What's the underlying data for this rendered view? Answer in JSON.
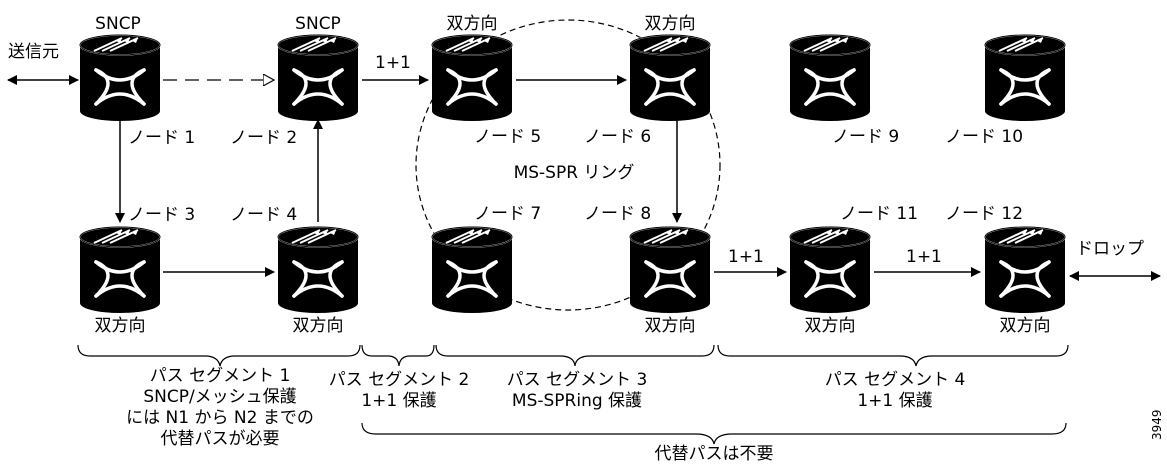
{
  "source_label": "送信元",
  "drop_label": "ドロップ",
  "node_types": {
    "sncp": "SNCP",
    "bidirectional": "双方向"
  },
  "nodes": {
    "n1": "ノード 1",
    "n2": "ノード 2",
    "n3": "ノード 3",
    "n4": "ノード 4",
    "n5": "ノード 5",
    "n6": "ノード 6",
    "n7": "ノード 7",
    "n8": "ノード 8",
    "n9": "ノード 9",
    "n10": "ノード 10",
    "n11": "ノード 11",
    "n12": "ノード 12"
  },
  "links": {
    "one_plus_one": "1+1"
  },
  "ring_label": "MS-SPR リング",
  "segments": {
    "s1": [
      "パス セグメント 1",
      "SNCP/メッシュ保護",
      "には N1 から N2 までの",
      "代替パスが必要"
    ],
    "s2": [
      "パス セグメント 2",
      "1+1 保護"
    ],
    "s3": [
      "パス セグメント 3",
      "MS-SPRing 保護"
    ],
    "s4": [
      "パス セグメント 4",
      "1+1 保護"
    ]
  },
  "no_alt_path": "代替パスは不要",
  "figure_number": "3949"
}
